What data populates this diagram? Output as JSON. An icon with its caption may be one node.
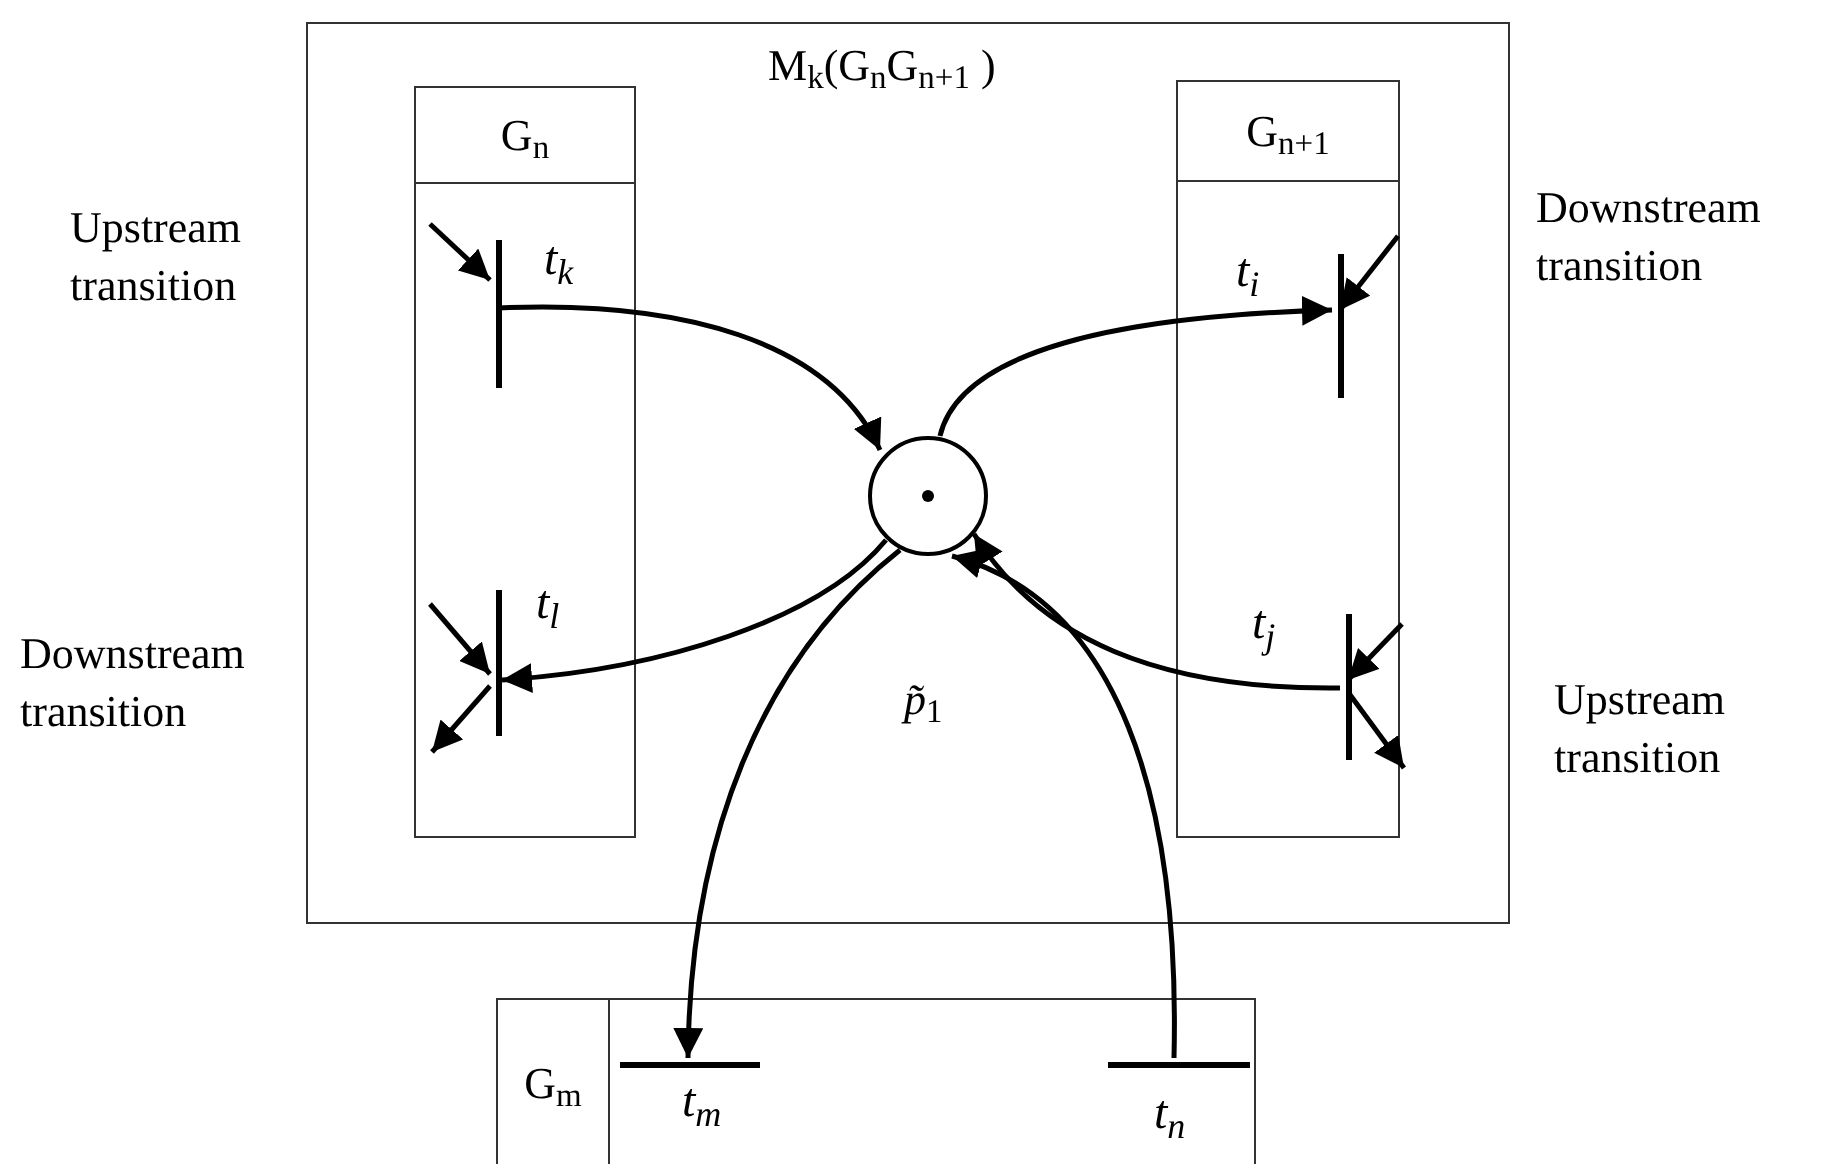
{
  "diagram": {
    "nodes": [
      {
        "text": [
          "M$_{k}$(G$_{n}$G$_{n+1}$ )"
        ]
      },
      {
        "text": [
          "G$_{n}$"
        ],
        "in": 0
      },
      {
        "text": [
          "G$_{n+1}$"
        ],
        "in": 0
      },
      {
        "text": [],
        "shape": "bar",
        "in": 1,
        "beside": [
          "t$_{k}$"
        ]
      },
      {
        "text": [],
        "shape": "bar",
        "in": 1,
        "beside": [
          "t$_{l}$"
        ]
      },
      {
        "text": [],
        "shape": "bar",
        "in": 2,
        "beside": [
          "t$_{i}$"
        ]
      },
      {
        "text": [],
        "shape": "bar",
        "in": 2,
        "beside": [
          "t$_{j}$"
        ]
      },
      {
        "text": [],
        "shape": "circle",
        "in": 0
      },
      {
        "text": [
          "G$_{m}$"
        ]
      },
      {
        "text": [],
        "shape": "bar",
        "in": 8,
        "beside": [
          "t$_{m}$"
        ]
      },
      {
        "text": [],
        "shape": "bar",
        "in": 8,
        "beside": [
          "t$_{n}$"
        ]
      }
    ],
    "edges": [
      {
        "from": 3,
        "to": 7,
        "arrow": "to"
      },
      {
        "from": 7,
        "to": 5,
        "arrow": "to"
      },
      {
        "from": 7,
        "to": 4,
        "arrow": "to"
      },
      {
        "from": 6,
        "to": 7,
        "arrow": "to"
      },
      {
        "from": 7,
        "to": 9,
        "arrow": "to"
      },
      {
        "from": 10,
        "to": 7,
        "arrow": "to"
      },
      {
        "from": null,
        "to": 3,
        "arrow": "to"
      },
      {
        "from": null,
        "to": 5,
        "arrow": "to"
      },
      {
        "from": null,
        "to": 4,
        "arrow": "to"
      },
      {
        "from": 4,
        "to": null,
        "arrow": "to"
      },
      {
        "from": null,
        "to": 6,
        "arrow": "to"
      },
      {
        "from": 6,
        "to": null,
        "arrow": "to"
      }
    ],
    "labels": [
      "Upstream transition",
      "Downstream transition",
      "Downstream transition",
      "*p̃*$_{1}$",
      "Upstream transition"
    ]
  }
}
